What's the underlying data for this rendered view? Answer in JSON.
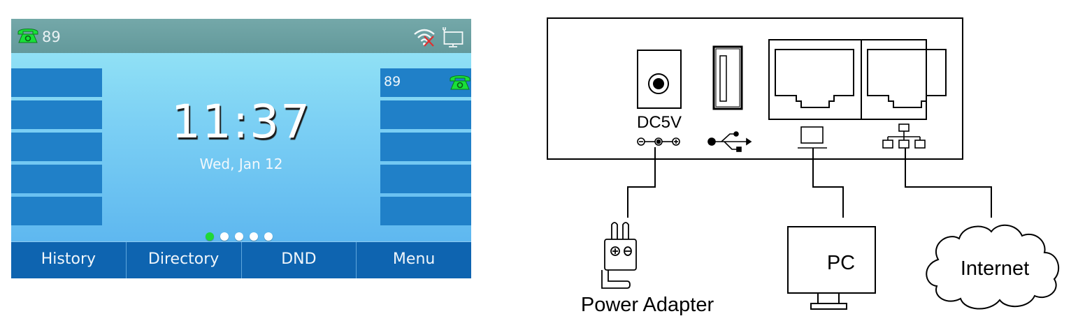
{
  "phone_screen": {
    "status_bar": {
      "account_number": "89",
      "icons": [
        "phone-handset-icon",
        "wifi-disconnected-icon",
        "network-disconnected-icon"
      ]
    },
    "left_line_keys": [
      "",
      "",
      "",
      "",
      ""
    ],
    "right_line_keys": [
      {
        "label": "89",
        "icon": "phone-handset-icon"
      },
      {
        "label": "",
        "icon": ""
      },
      {
        "label": "",
        "icon": ""
      },
      {
        "label": "",
        "icon": ""
      },
      {
        "label": "",
        "icon": ""
      }
    ],
    "clock": {
      "time": "11:37",
      "date": "Wed, Jan 12"
    },
    "pages": {
      "count": 5,
      "active_index": 0
    },
    "softkeys": [
      "History",
      "Directory",
      "DND",
      "Menu"
    ],
    "colors": {
      "status_bar": "#6aa3a4",
      "line_key": "#2080c8",
      "softkey_bar": "#0e64b0",
      "active_dot": "#1fd836",
      "handset_green": "#19e039"
    }
  },
  "diagram": {
    "ports": {
      "dc_label": "DC5V",
      "usb": "usb-icon",
      "pc_port": "computer-icon",
      "internet_port": "network-icon"
    },
    "devices": {
      "power_adapter": "Power Adapter",
      "pc": "PC",
      "internet": "Internet"
    }
  }
}
